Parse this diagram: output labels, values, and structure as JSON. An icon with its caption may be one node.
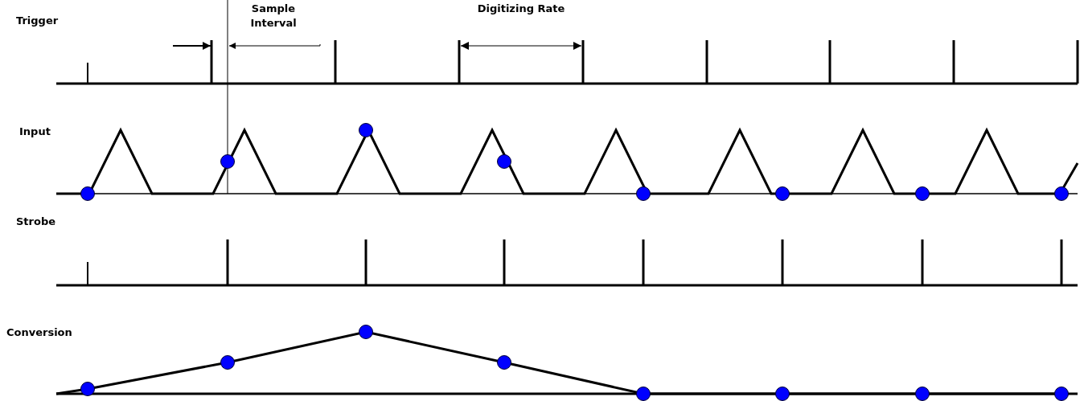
{
  "diagram": {
    "labels": [
      "Sample Interval",
      "Digitizing Rate",
      "Trigger",
      "Input",
      "Strobe",
      "Conversion"
    ]
  }
}
